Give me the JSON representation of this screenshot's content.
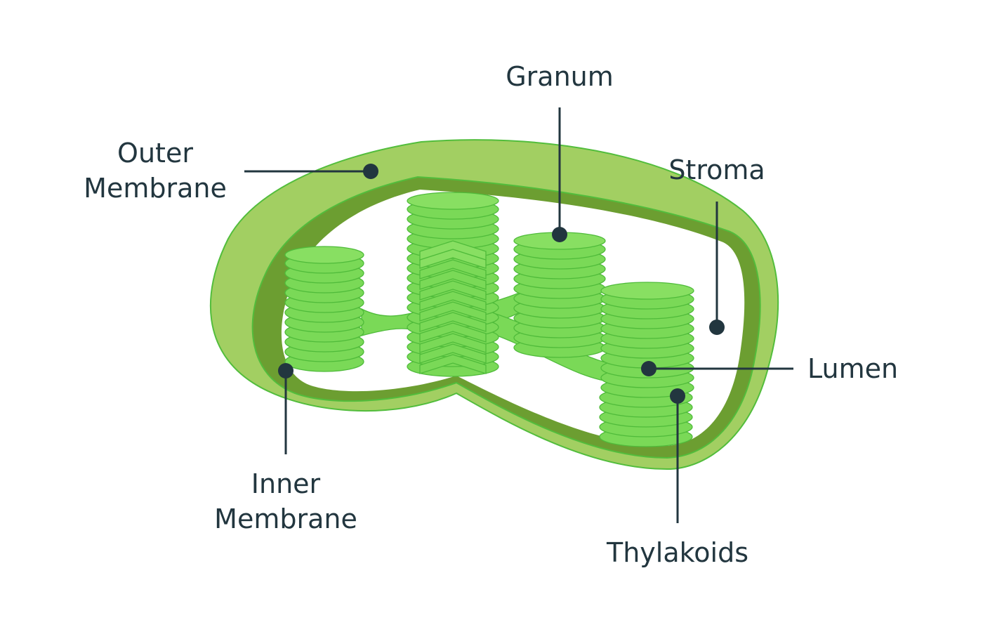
{
  "labels": {
    "granum": "Granum",
    "outer_membrane_line1": "Outer",
    "outer_membrane_line2": "Membrane",
    "stroma": "Stroma",
    "lumen": "Lumen",
    "inner_membrane_line1": "Inner",
    "inner_membrane_line2": "Membrane",
    "thylakoids": "Thylakoids"
  },
  "colors": {
    "outer_membrane": "#a2cf62",
    "inner_membrane": "#6c9e31",
    "thylakoid": "#7ad957",
    "outline": "#52bd3c",
    "label_text": "#22363f"
  }
}
